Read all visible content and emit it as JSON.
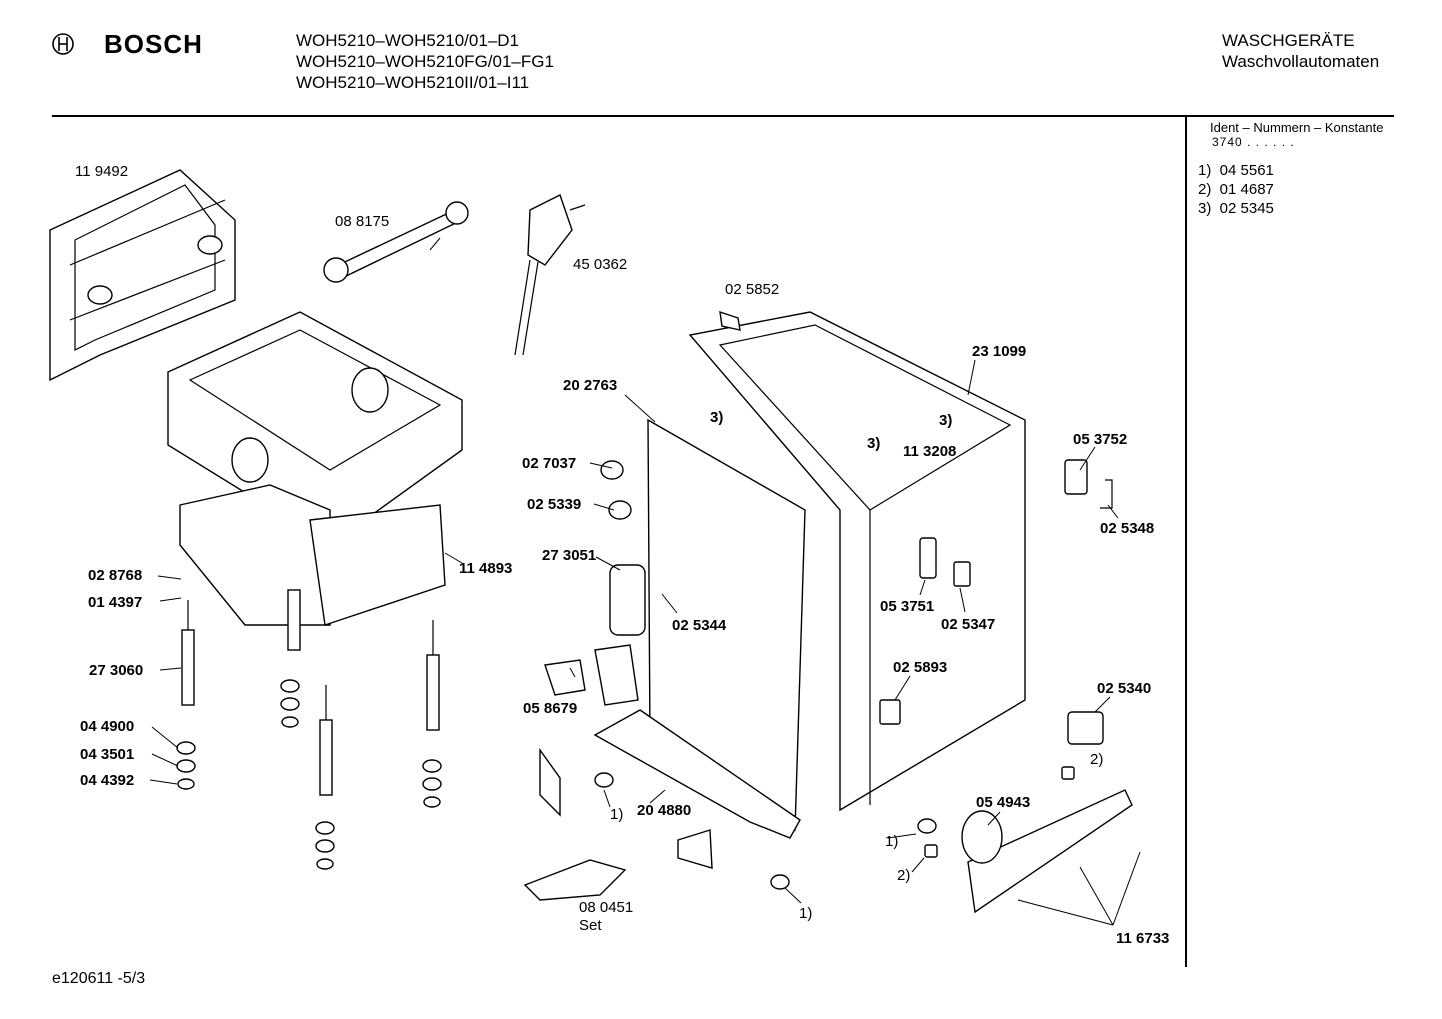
{
  "header": {
    "brand": "BOSCH",
    "models": [
      "WOH5210–WOH5210/01–D1",
      "WOH5210–WOH5210FG/01–FG1",
      "WOH5210–WOH5210II/01–I11"
    ],
    "category": "WASCHGERÄTE",
    "subcategory": "Waschvollautomaten"
  },
  "ident": {
    "title": "Ident – Nummern – Konstante",
    "code": "3740 . . . . . .",
    "entries": [
      "1)  04 5561",
      "2)  01 4687",
      "3)  02 5345"
    ]
  },
  "footer": "e120611 -5/3",
  "parts": {
    "p1": "11 9492",
    "p2": "08 8175",
    "p3": "45 0362",
    "p4": "02 5852",
    "p5": "23 1099",
    "p6": "20 2763",
    "p7": "3)",
    "p8": "3)",
    "p9": "3)",
    "p10": "11 3208",
    "p11": "02 7037",
    "p12": "02 5339",
    "p13": "05 3752",
    "p14": "02 5348",
    "p15": "27 3051",
    "p16": "02 8768",
    "p17": "01 4397",
    "p18": "11 4893",
    "p19": "05 3751",
    "p20": "02 5347",
    "p21": "02 5344",
    "p22": "27 3060",
    "p23": "02 5893",
    "p24": "02 5340",
    "p25": "05 8679",
    "p26": "04 4900",
    "p27": "04 3501",
    "p28": "04 4392",
    "p29": "2)",
    "p30": "05 4943",
    "p31": "1)",
    "p32": "20 4880",
    "p33": "1)",
    "p34": "2)",
    "p35": "08 0451",
    "p36": "Set",
    "p37": "1)",
    "p38": "11 6733"
  }
}
